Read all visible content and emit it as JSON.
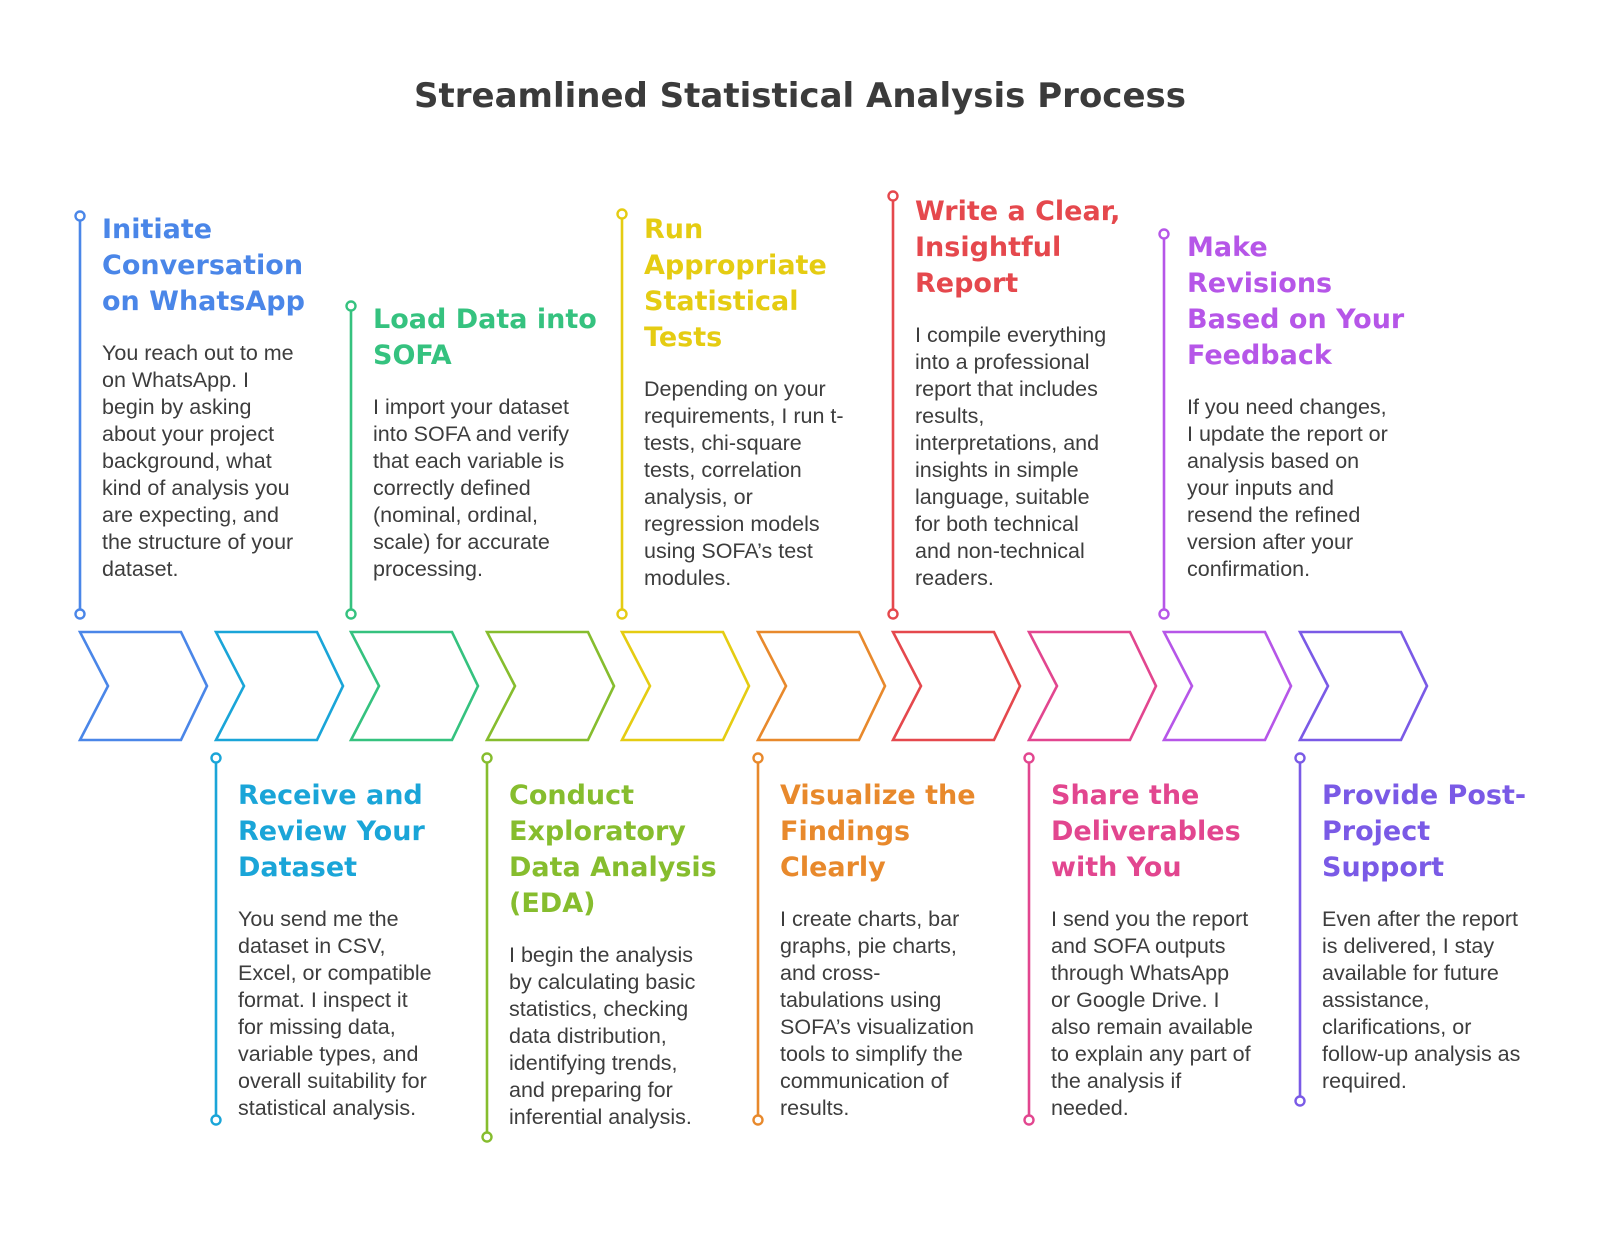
{
  "title": "Streamlined Statistical Analysis Process",
  "steps": [
    {
      "heading": "Initiate\nConversation\non WhatsApp",
      "description": "You reach out to me\non WhatsApp. I\nbegin by asking\nabout your project\nbackground, what\nkind of analysis you\nare expecting, and\nthe structure of your\ndataset.",
      "color": "#4a86e8"
    },
    {
      "heading": "Receive and\nReview Your\nDataset",
      "description": "You send me the\ndataset in CSV,\nExcel, or compatible\nformat. I inspect it\nfor missing data,\nvariable types, and\noverall suitability for\nstatistical analysis.",
      "color": "#1aa5d8"
    },
    {
      "heading": "Load Data into\nSOFA",
      "description": "I import your dataset\ninto SOFA and verify\nthat each variable is\ncorrectly defined\n(nominal, ordinal,\nscale) for accurate\nprocessing.",
      "color": "#35c27f"
    },
    {
      "heading": "Conduct\nExploratory\nData Analysis\n(EDA)",
      "description": "I begin the analysis\nby calculating basic\nstatistics, checking\ndata distribution,\nidentifying trends,\nand preparing for\ninferential analysis.",
      "color": "#86bd2e"
    },
    {
      "heading": "Run\nAppropriate\nStatistical\nTests",
      "description": "Depending on your\nrequirements, I run t-\ntests, chi-square\ntests, correlation\nanalysis, or\nregression models\nusing SOFA’s test\nmodules.",
      "color": "#e5cc12"
    },
    {
      "heading": "Visualize the\nFindings\nClearly",
      "description": "I create charts, bar\ngraphs, pie charts,\nand cross-\ntabulations using\nSOFA’s visualization\ntools to simplify the\ncommunication of\nresults.",
      "color": "#e8892c"
    },
    {
      "heading": "Write a Clear,\nInsightful\nReport",
      "description": "I compile everything\ninto a professional\nreport that includes\nresults,\ninterpretations, and\ninsights in simple\nlanguage, suitable\nfor both technical\nand non-technical\nreaders.",
      "color": "#e5484d"
    },
    {
      "heading": "Share the\nDeliverables\nwith You",
      "description": "I send you the report\nand SOFA outputs\nthrough WhatsApp\nor Google Drive. I\nalso remain available\nto explain any part of\nthe analysis if\nneeded.",
      "color": "#e2468f"
    },
    {
      "heading": "Make\nRevisions\nBased on Your\nFeedback",
      "description": "If you need changes,\nI update the report or\nanalysis based on\nyour inputs and\nresend the refined\nversion after your\nconfirmation.",
      "color": "#b656e8"
    },
    {
      "heading": "Provide Post-\nProject\nSupport",
      "description": "Even after the report\nis delivered, I stay\navailable for future\nassistance,\nclarifications, or\nfollow-up analysis as\nrequired.",
      "color": "#7a5ae6"
    }
  ]
}
